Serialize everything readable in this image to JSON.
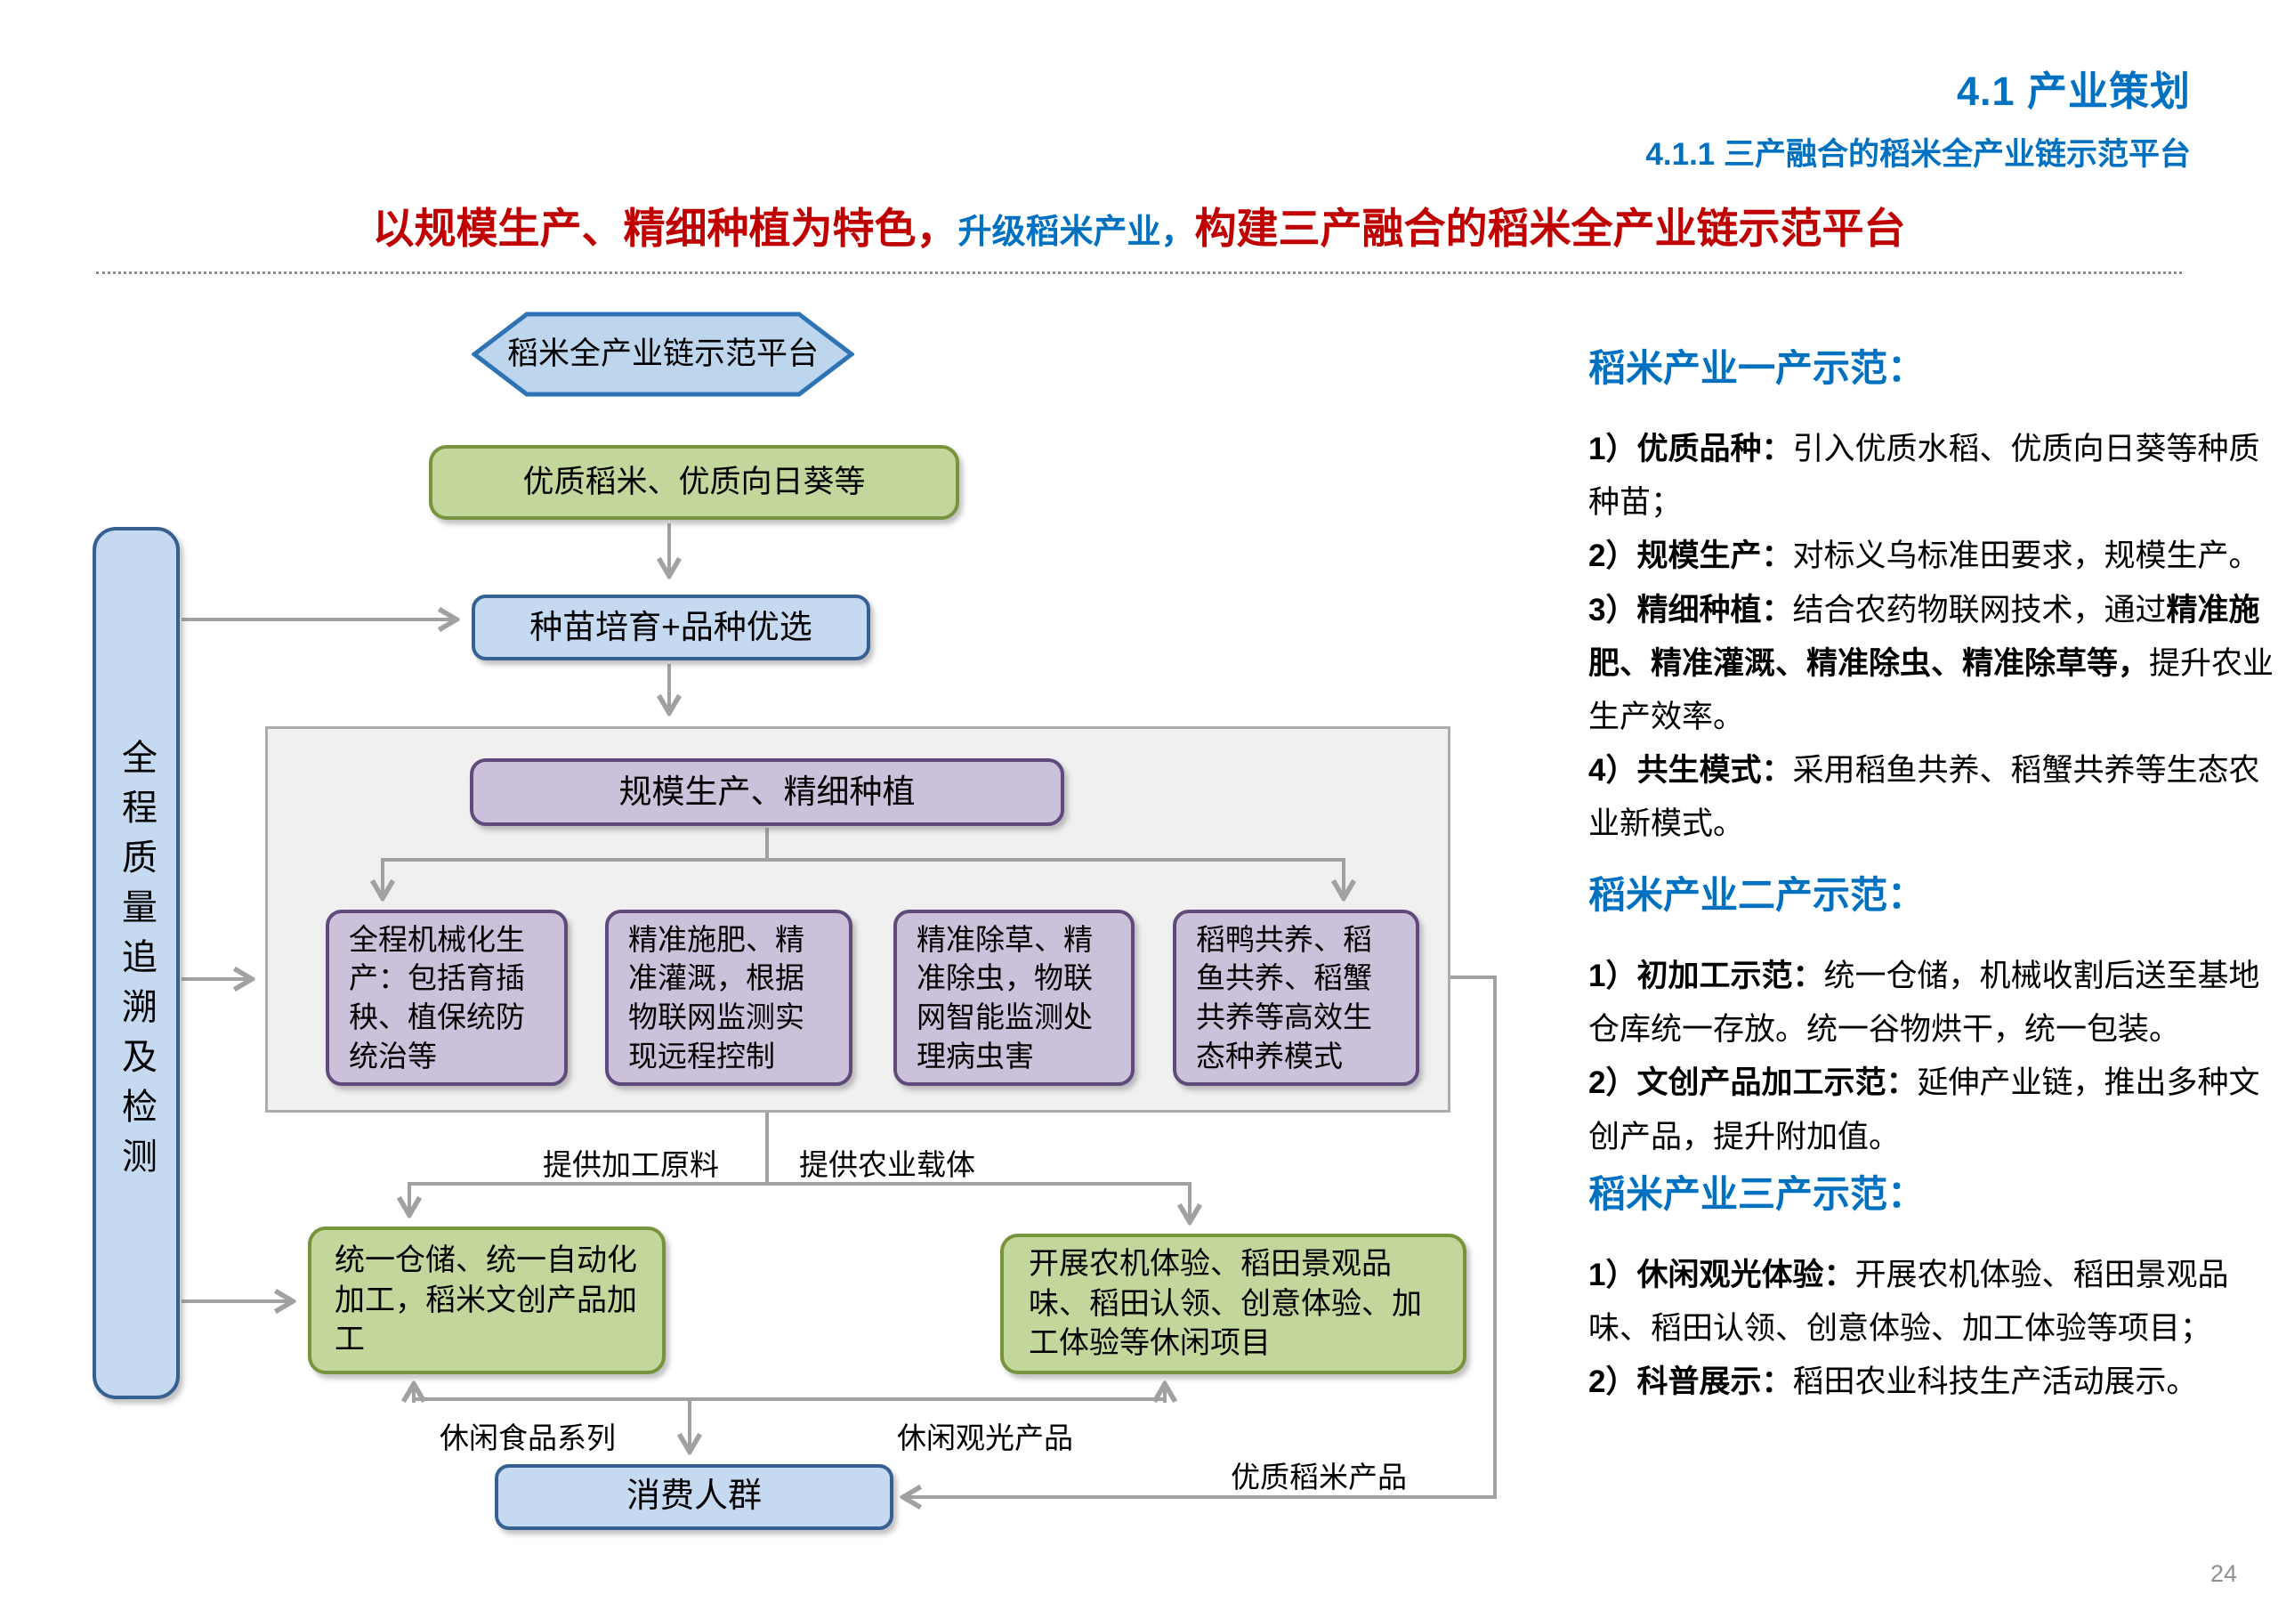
{
  "header": {
    "line1": "4.1  产业策划",
    "line2": "4.1.1 三产融合的稻米全产业链示范平台"
  },
  "title": {
    "part1_red": "以规模生产、精细种植为特色，",
    "part2_blue": "升级稻米产业，",
    "part3_red": "构建三产融合的稻米全产业链示范平台"
  },
  "flowchart": {
    "platform_hexagon": "稻米全产业链示范平台",
    "quality_sidebar": "全程质量追溯及检测",
    "products_box": "优质稻米、优质向日葵等",
    "seedling_box": "种苗培育+品种优选",
    "scale_box": "规模生产、精细种植",
    "mechanization_box": "全程机械化生产：包括育插秧、植保统防统治等",
    "fertilization_box": "精准施肥、精准灌溉，根据物联网监测实现远程控制",
    "weeding_box": "精准除草、精准除虫，物联网智能监测处理病虫害",
    "symbiosis_box": "稻鸭共养、稻鱼共养、稻蟹共养等高效生态种养模式",
    "processing_box": "统一仓储、统一自动化加工，稻米文创产品加工",
    "leisure_box": "开展农机体验、稻田景观品味、稻田认领、创意体验、加工体验等休闲项目",
    "consumer_box": "消费人群",
    "edge_labels": {
      "raw_material": "提供加工原料",
      "agri_carrier": "提供农业载体",
      "snack_series": "休闲食品系列",
      "sightseeing_product": "休闲观光产品",
      "rice_product": "优质稻米产品"
    }
  },
  "right_panel": {
    "sections": [
      {
        "heading": "稻米产业一产示范：",
        "items": [
          {
            "label": "1）优质品种：",
            "t1": "引入优质水稻、优质向日葵等种质种苗；",
            "b": "",
            "t2": ""
          },
          {
            "label": "2）规模生产：",
            "t1": "对标义乌标准田要求，规模生产。",
            "b": "",
            "t2": ""
          },
          {
            "label": "3）精细种植：",
            "t1": "结合农药物联网技术，通过",
            "b": "精准施肥、精准灌溉、精准除虫、精准除草等，",
            "t2": "提升农业生产效率。"
          },
          {
            "label": "4）共生模式：",
            "t1": "采用稻鱼共养、稻蟹共养等生态农业新模式。",
            "b": "",
            "t2": ""
          }
        ]
      },
      {
        "heading": "稻米产业二产示范：",
        "items": [
          {
            "label": "1）初加工示范：",
            "t1": "统一仓储，机械收割后送至基地仓库统一存放。统一谷物烘干，统一包装。",
            "b": "",
            "t2": ""
          },
          {
            "label": "2）文创产品加工示范：",
            "t1": "延伸产业链，推出多种文创产品，提升附加值。",
            "b": "",
            "t2": ""
          }
        ]
      },
      {
        "heading": "稻米产业三产示范：",
        "items": [
          {
            "label": "1）休闲观光体验：",
            "t1": "开展农机体验、稻田景观品味、稻田认领、创意体验、加工体验等项目；",
            "b": "",
            "t2": ""
          },
          {
            "label": "2）科普展示：",
            "t1": "稻田农业科技生产活动展示。",
            "b": "",
            "t2": ""
          }
        ]
      }
    ]
  },
  "page": {
    "number": "24"
  },
  "colors": {
    "accent_blue": "#0070C0",
    "accent_red": "#C00000",
    "box_blue_fill": "#C5D9F1",
    "box_blue_border": "#376092",
    "hexagon_fill": "#BDD6EE",
    "hexagon_border": "#2E74B5",
    "box_green_fill": "#C3D69B",
    "box_green_border": "#77933C",
    "box_purple_fill": "#CCC1DA",
    "box_purple_border": "#604A7B",
    "group_fill": "#F0F0F0",
    "group_border": "#ABABAB",
    "connector_gray": "#A1A1A1"
  }
}
